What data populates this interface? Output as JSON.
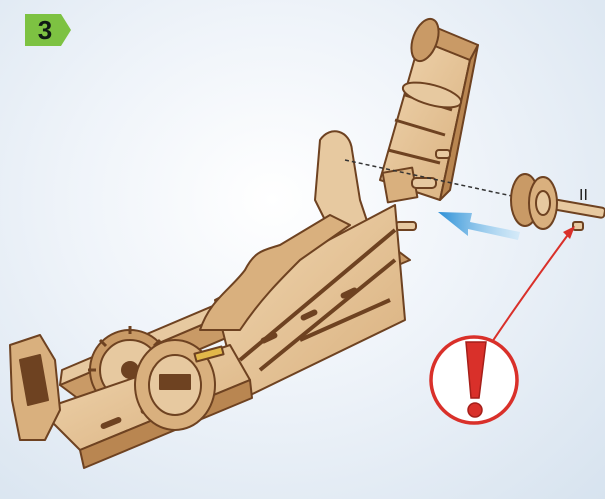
{
  "step": {
    "number": "3",
    "badge_color": "#7dc242"
  },
  "callout": {
    "icon": "exclamation-warning-icon",
    "color": "#d9302a"
  },
  "direction_arrow": {
    "icon": "insert-direction-arrow",
    "color": "#3fa2e0"
  },
  "part": {
    "label": "II"
  },
  "colors": {
    "wood_light": "#e7c9a0",
    "wood_mid": "#c99a66",
    "wood_edge": "#7a4a25",
    "accent_pin": "#e2b84a"
  }
}
